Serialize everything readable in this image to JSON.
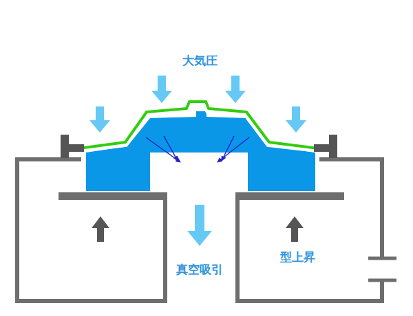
{
  "diagram": {
    "labels": [
      "大気圧",
      "真空吸引",
      "型上昇"
    ]
  }
}
